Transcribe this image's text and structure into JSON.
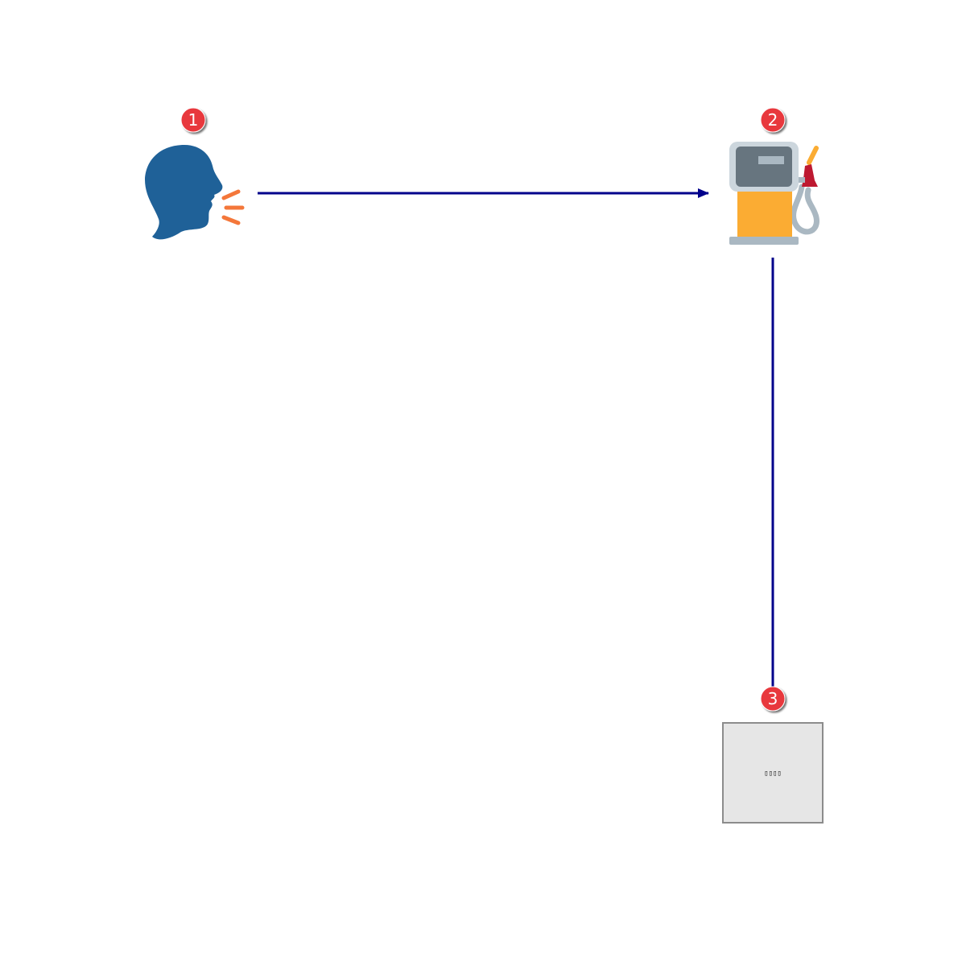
{
  "diagram": {
    "nodes": [
      {
        "id": "speaker",
        "icon": "speaking-head-icon",
        "badge": "1"
      },
      {
        "id": "fuel-pump",
        "icon": "fuel-pump-icon",
        "badge": "2"
      },
      {
        "id": "box",
        "icon": "placeholder-box",
        "badge": "3",
        "label": "▯▯▯▯"
      }
    ],
    "edges": [
      {
        "from": "speaker",
        "to": "fuel-pump",
        "arrow": true
      },
      {
        "from": "fuel-pump",
        "to": "box",
        "arrow": false
      }
    ],
    "colors": {
      "edge": "#00008b",
      "badge": "#e8383d",
      "speaker_head": "#1f6198",
      "speaker_lines": "#f4773a",
      "pump_body": "#fbac33",
      "pump_screen": "#67757f",
      "pump_screen_frame": "#ccd6dd",
      "pump_base": "#aab8c2",
      "nozzle": "#be1931",
      "box_fill": "#e6e6e6",
      "box_stroke": "#8c8c8c"
    }
  }
}
